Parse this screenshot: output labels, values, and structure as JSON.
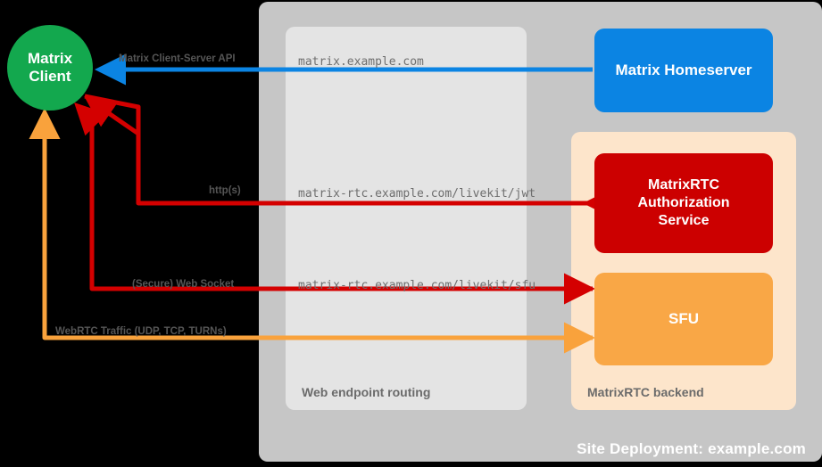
{
  "site": {
    "label": "Site Deployment: example.com",
    "color": "#c6c6c6"
  },
  "routing": {
    "label": "Web endpoint routing",
    "color": "#e4e4e4",
    "endpoints": [
      {
        "id": "matrix",
        "text": "matrix.example.com"
      },
      {
        "id": "jwt",
        "text": "matrix-rtc.example.com/livekit/jwt"
      },
      {
        "id": "sfu",
        "text": "matrix-rtc.example.com/livekit/sfu"
      }
    ]
  },
  "backend": {
    "label": "MatrixRTC backend",
    "color": "#fde5cb"
  },
  "nodes": {
    "client": {
      "label": "Matrix\nClient",
      "line1": "Matrix",
      "line2": "Client",
      "color": "#13a84e"
    },
    "homeserver": {
      "label": "Matrix Homeserver",
      "color": "#0b84e3"
    },
    "auth": {
      "label": "MatrixRTC Authorization Service",
      "line1": "MatrixRTC",
      "line2": "Authorization",
      "line3": "Service",
      "color": "#cc0000"
    },
    "sfu": {
      "label": "SFU",
      "color": "#f9a746"
    }
  },
  "edges": [
    {
      "id": "cs-api",
      "label": "Matrix Client-Server API",
      "color": "#0b84e3"
    },
    {
      "id": "https",
      "label": "http(s)",
      "color": "#d40000"
    },
    {
      "id": "websock",
      "label": "(Secure) Web Socket",
      "color": "#d40000"
    },
    {
      "id": "webrtc",
      "label": "WebRTC Traffic (UDP, TCP, TURNs)",
      "color": "#f9a23c"
    }
  ]
}
